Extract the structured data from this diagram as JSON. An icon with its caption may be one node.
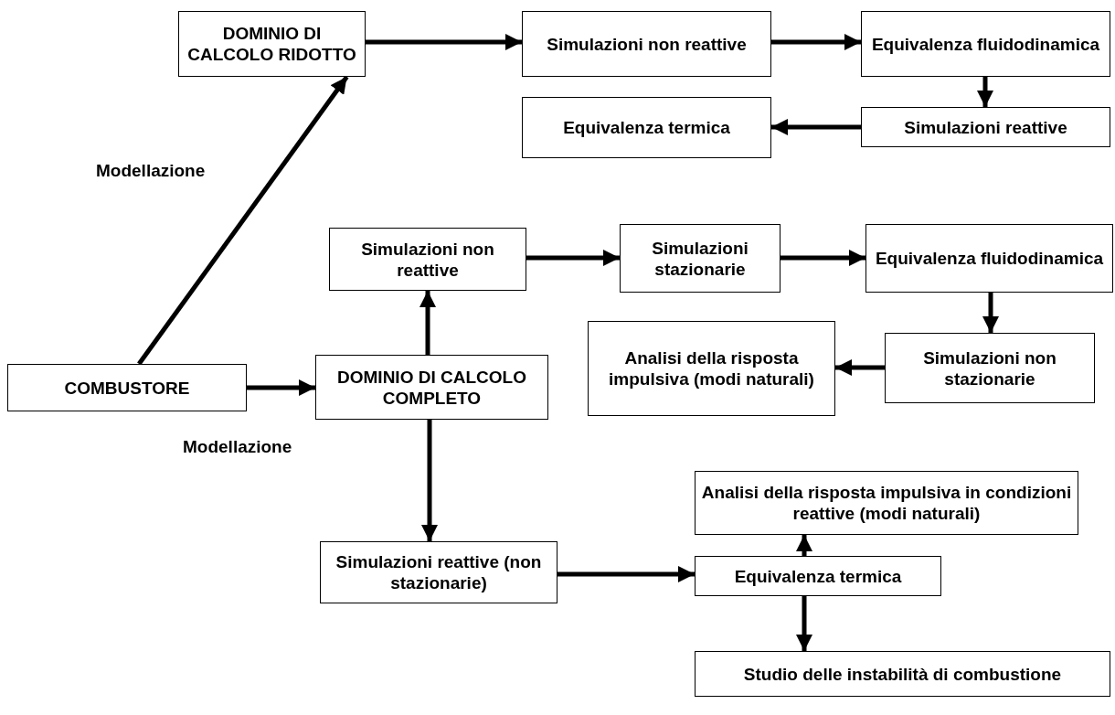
{
  "diagram": {
    "nodes": [
      {
        "text": [
          "DOMINIO DI CALCOLO RIDOTTO"
        ]
      },
      {
        "text": [
          "Simulazioni non reattive"
        ]
      },
      {
        "text": [
          "Equivalenza fluidodinamica"
        ]
      },
      {
        "text": [
          "Equivalenza termica"
        ]
      },
      {
        "text": [
          "Simulazioni reattive"
        ]
      },
      {
        "text": [
          "Simulazioni non reattive"
        ]
      },
      {
        "text": [
          "Simulazioni stazionarie"
        ]
      },
      {
        "text": [
          "Equivalenza fluidodinamica"
        ]
      },
      {
        "text": [
          "Analisi della risposta impulsiva (modi naturali)"
        ]
      },
      {
        "text": [
          "Simulazioni non stazionarie"
        ]
      },
      {
        "text": [
          "COMBUSTORE"
        ]
      },
      {
        "text": [
          "DOMINIO DI CALCOLO COMPLETO"
        ]
      },
      {
        "text": [
          "Analisi della risposta impulsiva in condizioni reattive (modi naturali)"
        ]
      },
      {
        "text": [
          "Simulazioni reattive (non stazionarie)"
        ]
      },
      {
        "text": [
          "Equivalenza termica"
        ]
      },
      {
        "text": [
          "Studio delle instabilità di combustione"
        ]
      }
    ],
    "edges": [
      {
        "from": 10,
        "to": 0,
        "arrow": "to",
        "label": "Modellazione"
      },
      {
        "from": 0,
        "to": 1,
        "arrow": "to"
      },
      {
        "from": 1,
        "to": 2,
        "arrow": "to"
      },
      {
        "from": 2,
        "to": 4,
        "arrow": "to"
      },
      {
        "from": 4,
        "to": 3,
        "arrow": "to"
      },
      {
        "from": 10,
        "to": 11,
        "arrow": "to",
        "label": "Modellazione"
      },
      {
        "from": 11,
        "to": 5,
        "arrow": "to"
      },
      {
        "from": 5,
        "to": 6,
        "arrow": "to"
      },
      {
        "from": 6,
        "to": 7,
        "arrow": "to"
      },
      {
        "from": 7,
        "to": 9,
        "arrow": "to"
      },
      {
        "from": 9,
        "to": 8,
        "arrow": "to"
      },
      {
        "from": 11,
        "to": 13,
        "arrow": "to"
      },
      {
        "from": 13,
        "to": 14,
        "arrow": "to"
      },
      {
        "from": 14,
        "to": 12,
        "arrow": "to"
      },
      {
        "from": 14,
        "to": 15,
        "arrow": "to"
      }
    ]
  }
}
